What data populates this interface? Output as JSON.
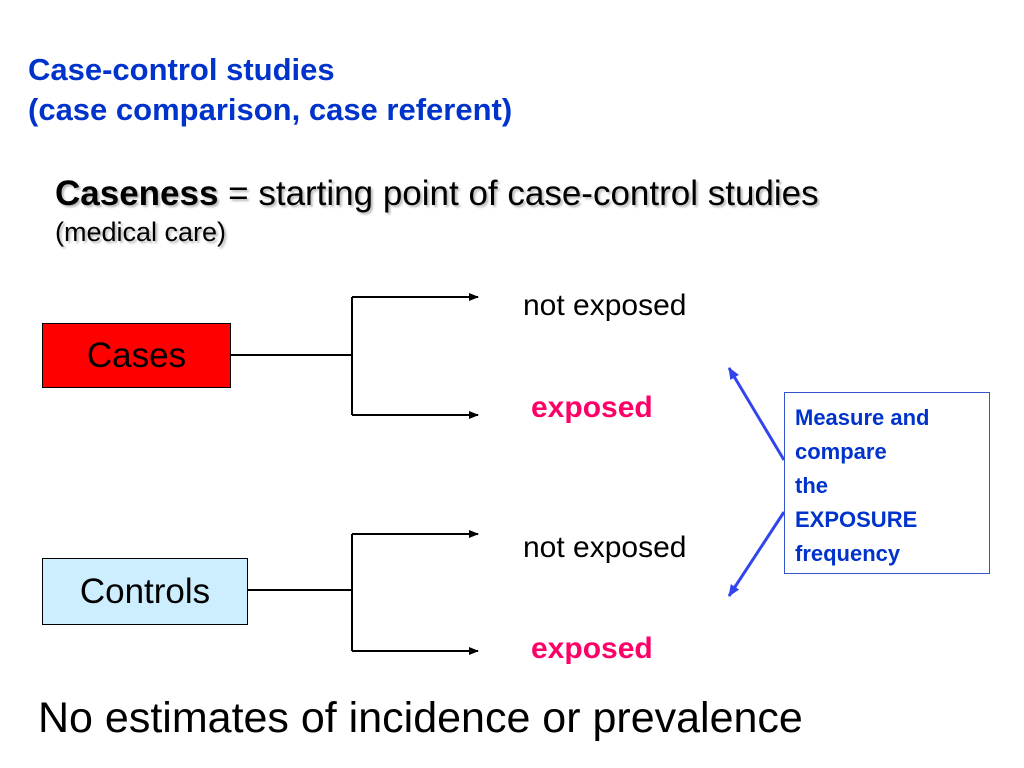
{
  "title": {
    "line1": "Case-control studies",
    "line2": "(case comparison, case referent)"
  },
  "subtitle": {
    "bold": "Caseness",
    "rest": " = starting point of case-control studies",
    "note": "(medical care)"
  },
  "groups": {
    "cases": "Cases",
    "controls": "Controls"
  },
  "branches": {
    "not_exposed": "not exposed",
    "exposed": "exposed"
  },
  "note_box": {
    "lines": [
      "Measure and",
      "compare",
      "the",
      "EXPOSURE",
      "frequency"
    ]
  },
  "footer": "No estimates of incidence or prevalence",
  "colors": {
    "title": "#0033cc",
    "cases_box": "#ff0000",
    "controls_box": "#cceeff",
    "exposed_text": "#ff0066",
    "arrow_blue": "#3344ee"
  }
}
